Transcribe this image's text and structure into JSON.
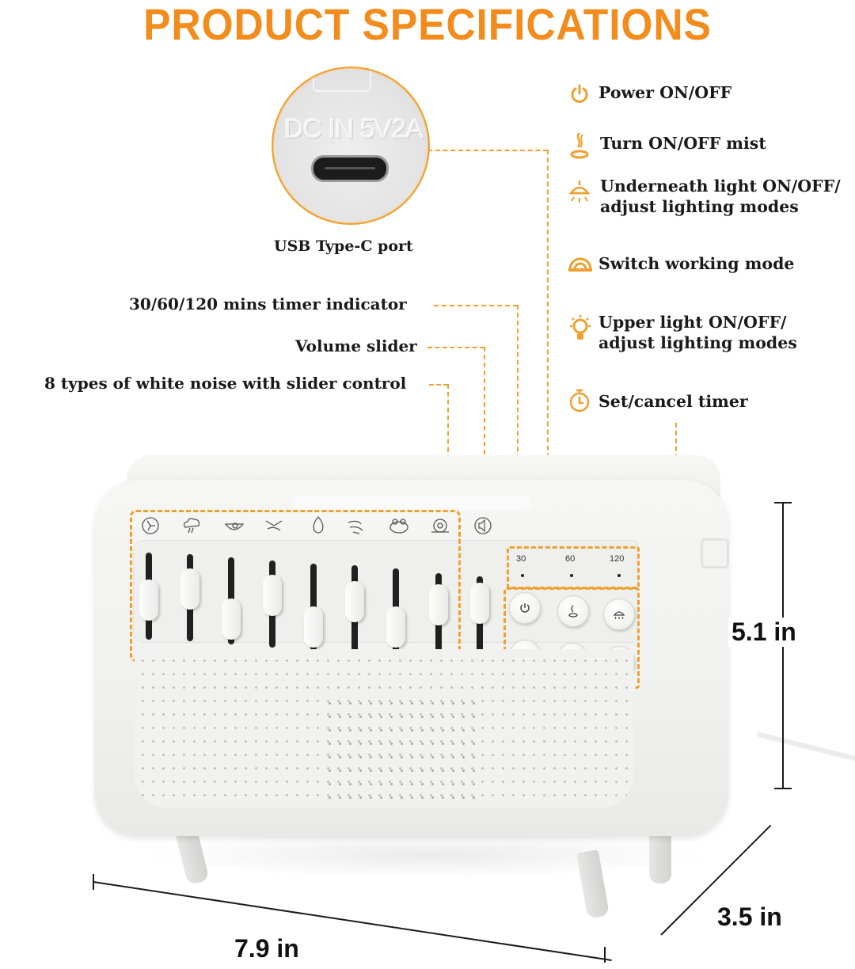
{
  "header": {
    "title": "PRODUCT SPECIFICATIONS"
  },
  "usb": {
    "etched_text": "DC IN 5V2A",
    "caption": "USB Type-C port"
  },
  "features": [
    {
      "icon": "power-icon",
      "text": "Power ON/OFF"
    },
    {
      "icon": "mist-icon",
      "text": "Turn ON/OFF mist"
    },
    {
      "icon": "underneath-light-icon",
      "line1": "Underneath light ON/OFF/",
      "line2": "adjust lighting modes"
    },
    {
      "icon": "switch-mode-icon",
      "text": "Switch working mode"
    },
    {
      "icon": "upper-light-icon",
      "line1": "Upper light ON/OFF/",
      "line2": "adjust lighting modes"
    },
    {
      "icon": "timer-icon",
      "text": "Set/cancel timer"
    }
  ],
  "left_labels": {
    "timer_indicator": "30/60/120 mins timer indicator",
    "volume_slider": "Volume slider",
    "white_noise": "8 types of white noise with slider control"
  },
  "device": {
    "noise_sounds": [
      "fan",
      "rain-cloud",
      "bird-nest",
      "stream",
      "fire",
      "wind",
      "frog",
      "snail"
    ],
    "volume_icon": "volume-icon",
    "timer_values": [
      "30",
      "60",
      "120"
    ],
    "buttons": [
      "power",
      "mist",
      "underneath-light",
      "mode",
      "upper-light",
      "timer"
    ]
  },
  "dimensions": {
    "height": "5.1 in",
    "width": "7.9 in",
    "depth": "3.5 in"
  },
  "colors": {
    "accent": "#f28c1d",
    "dash": "#f0a030",
    "text": "#1a1a1a",
    "device": "#f1f1ef"
  }
}
